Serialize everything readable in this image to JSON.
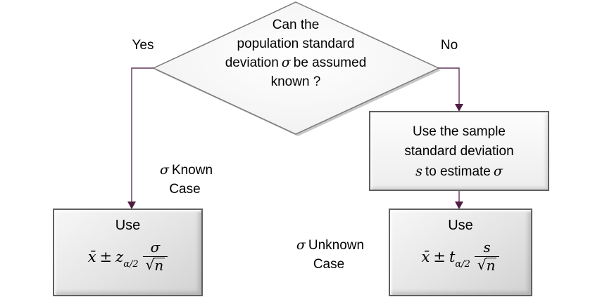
{
  "colors": {
    "arrow_line": "#63335a",
    "arrow_head": "#4f1e41",
    "diamond_border": "#7a7a7a",
    "diamond_shadow": "#c7c7c7"
  },
  "decision": {
    "line1": "Can the",
    "line2": "population standard",
    "line3_pre": "deviation",
    "line3_sigma": "σ",
    "line3_post": "be assumed",
    "line4": "known ?"
  },
  "branches": {
    "yes": "Yes",
    "no": "No"
  },
  "case_labels": {
    "known": {
      "sigma": "σ",
      "word": "Known",
      "line2": "Case"
    },
    "unknown": {
      "sigma": "σ",
      "word": "Unknown",
      "line2": "Case"
    }
  },
  "sample_box": {
    "line1": "Use the sample",
    "line2": "standard deviation",
    "line3_s": "s",
    "line3_mid": "to estimate",
    "line3_sigma": "σ"
  },
  "z_box": {
    "title": "Use",
    "xbar": "x̄",
    "pm": "±",
    "stat": "z",
    "sub": "α/2",
    "numerator": "σ",
    "radical": "√",
    "radicand": "n"
  },
  "t_box": {
    "title": "Use",
    "xbar": "x̄",
    "pm": "±",
    "stat": "t",
    "sub": "α/2",
    "numerator": "s",
    "radical": "√",
    "radicand": "n"
  }
}
